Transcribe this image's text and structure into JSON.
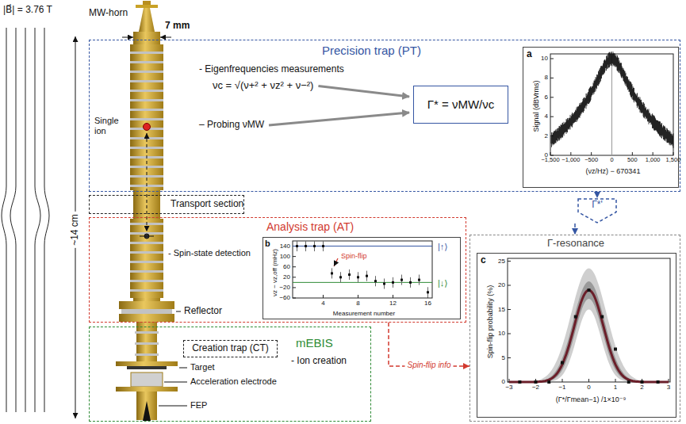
{
  "diagram": {
    "nodes": [
      {
        "text": [
          "Precision trap (PT)",
          "- Eigenfrequencies measurements",
          "– Probing νMW"
        ]
      },
      {
        "text": [
          "Γ* = νMW/νc"
        ],
        "in": 0
      },
      {
        "text": [
          "a",
          "Signal (dBVrms)",
          "(νz/Hz) − 670341"
        ],
        "in": 0
      },
      {
        "text": [
          "Γ*'"
        ]
      },
      {
        "text": [
          "Transport section"
        ]
      },
      {
        "text": [
          "Analysis trap (AT)",
          "- Spin-state detection"
        ]
      },
      {
        "text": [
          "b",
          "νz − νz,off (mHz)",
          "Measurement number",
          "Spin-flip",
          "|↑⟩",
          "|↓⟩"
        ],
        "in": 5
      },
      {
        "text": [
          "mEBIS",
          "- Ion creation"
        ]
      },
      {
        "text": [
          "Creation trap (CT)"
        ],
        "in": 7
      },
      {
        "text": [
          "Γ-resonance"
        ]
      },
      {
        "text": [
          "c",
          "Spin-flip probability (%)",
          "(Γ*/Γmean−1) /1×10⁻⁹"
        ],
        "in": 9
      }
    ],
    "edges": [
      {
        "from": 0,
        "to": 3,
        "arrow": "to"
      },
      {
        "from": 3,
        "to": 9,
        "arrow": "to"
      },
      {
        "from": 5,
        "to": 9,
        "label": "Spin-flip info",
        "arrow": "to"
      }
    ],
    "labels": [
      "|B⃗| = 3.76 T",
      "MW-horn",
      "7 mm",
      "~14 cm",
      "Single ion",
      "νc = √(ν+² + νz² + ν−²)",
      "Reflector",
      "Target",
      "Acceleration electrode",
      "FEP",
      "10",
      "8",
      "6",
      "4",
      "2",
      "0",
      "−1,500",
      "−1,000",
      "−500",
      "0",
      "500",
      "1,000",
      "1,500",
      "140",
      "100",
      "60",
      "20",
      "−20",
      "−60",
      "4",
      "8",
      "12",
      "16",
      "25",
      "20",
      "15",
      "10",
      "5",
      "0",
      "−3",
      "−2",
      "−1",
      "0",
      "1",
      "2",
      "3"
    ]
  }
}
